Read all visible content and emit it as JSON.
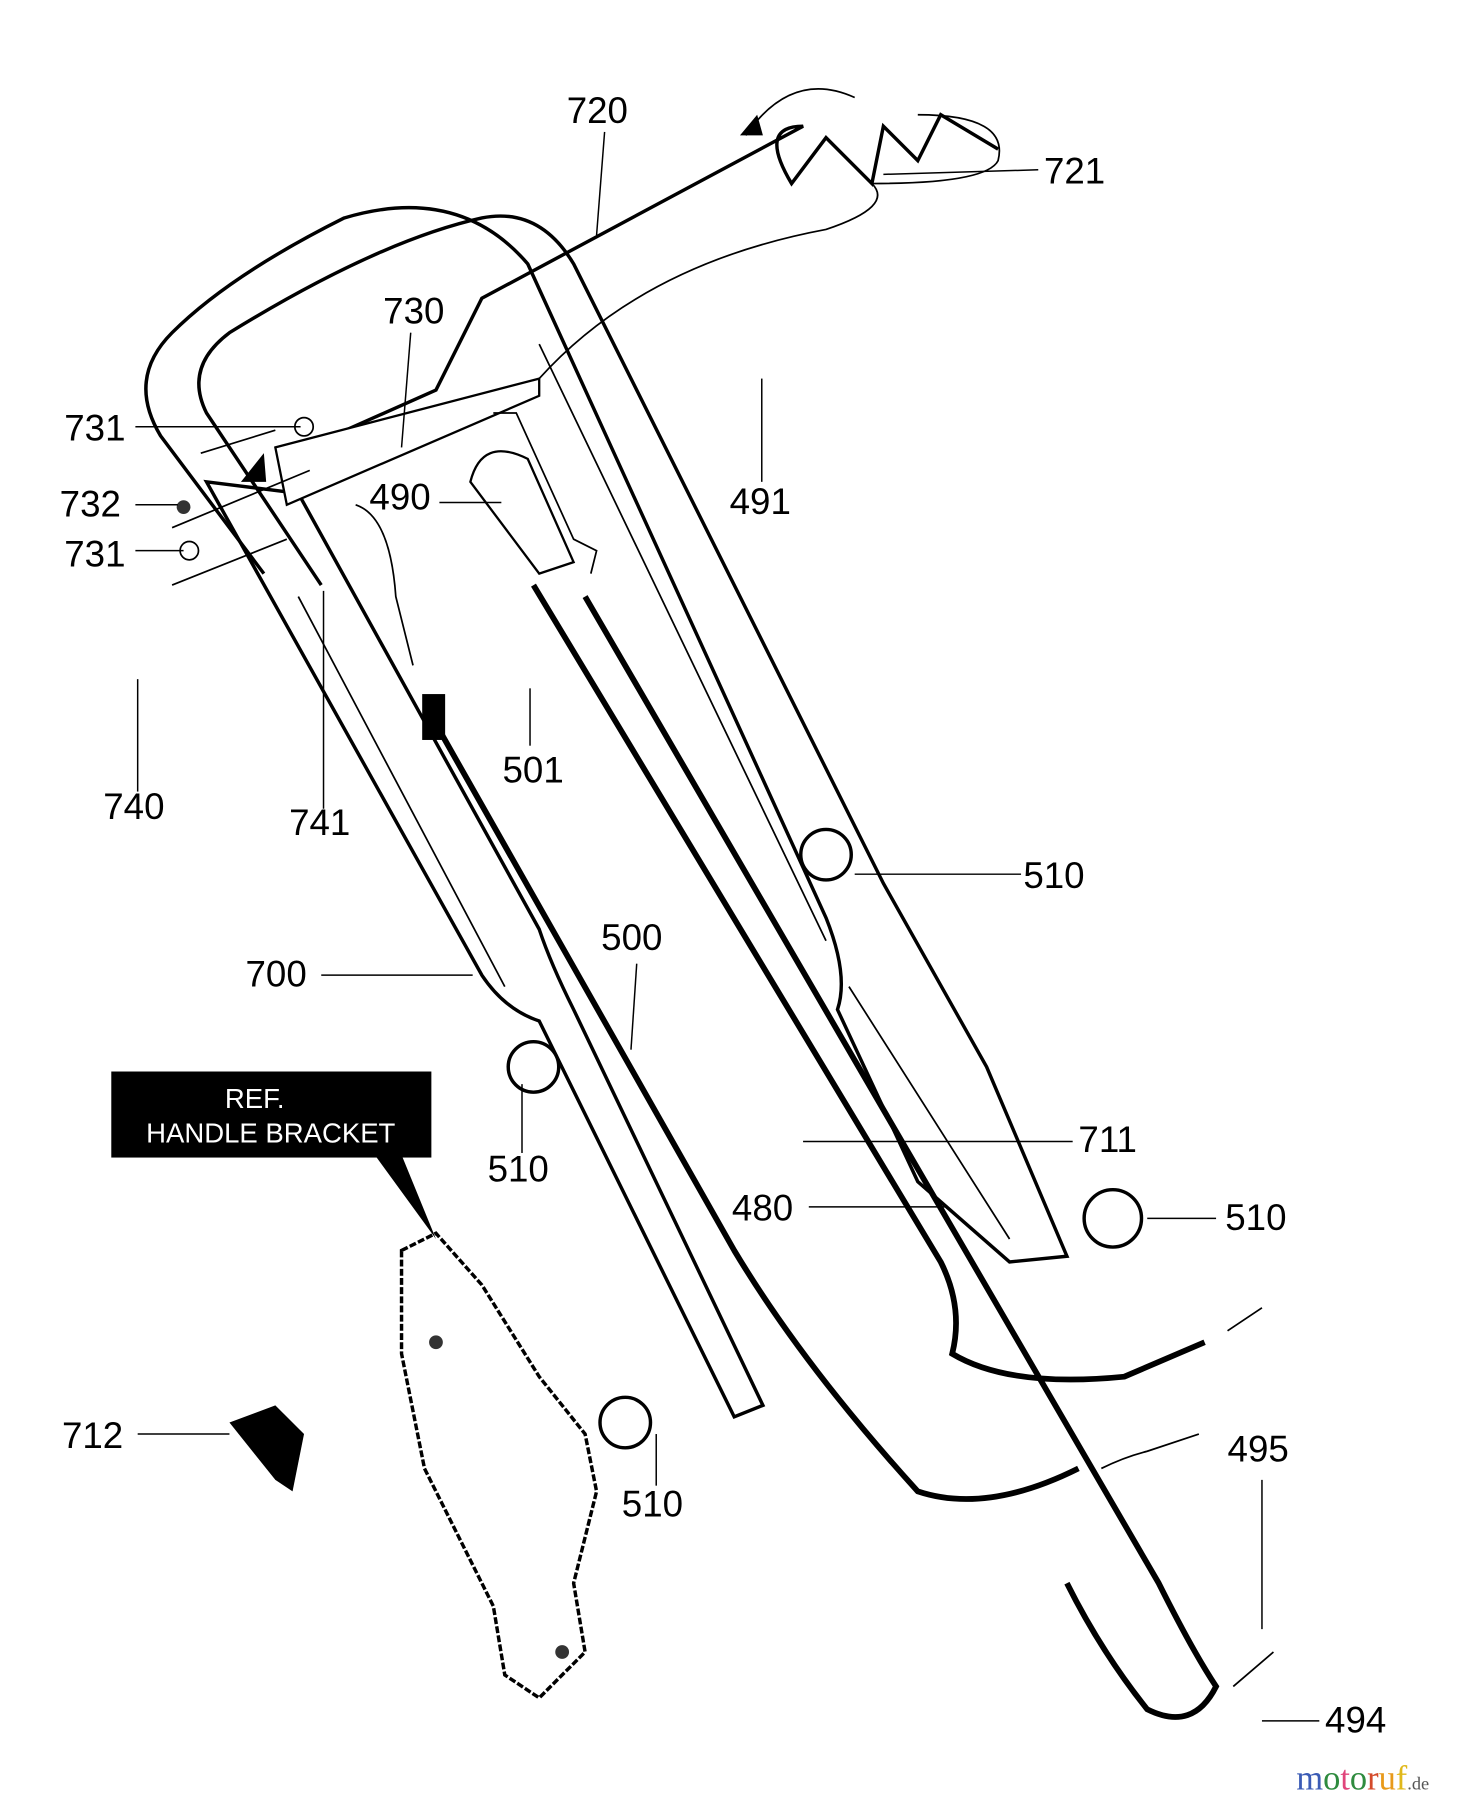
{
  "diagram": {
    "ref_box": {
      "line1": "REF.",
      "line2": "HANDLE BRACKET"
    },
    "part_labels": [
      "720",
      "721",
      "730",
      "731",
      "732",
      "731",
      "491",
      "490",
      "740",
      "741",
      "501",
      "510",
      "500",
      "700",
      "711",
      "510",
      "480",
      "510",
      "712",
      "510",
      "495",
      "494"
    ],
    "watermark": {
      "main": "motoruf",
      "suffix": ".de",
      "colors": [
        "#3b5bb5",
        "#2e8b3e",
        "#e0457b",
        "#2e8b3e",
        "#d44a2a",
        "#e89a1a",
        "#e0b81a"
      ]
    }
  }
}
